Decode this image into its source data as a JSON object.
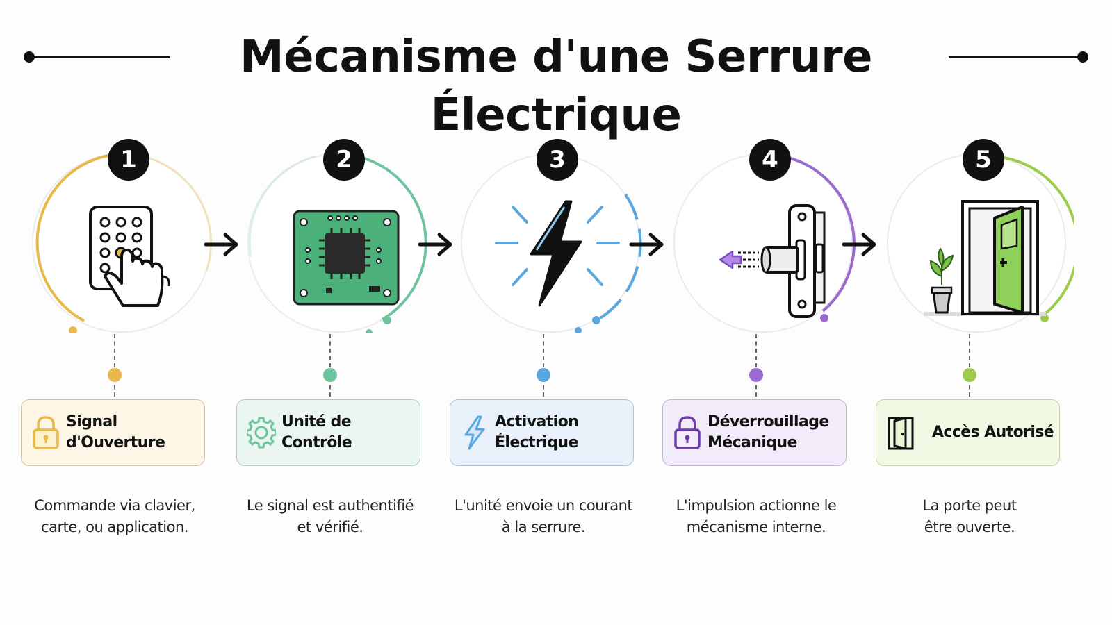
{
  "title": "Mécanisme d'une Serrure Électrique",
  "colors": {
    "step1": "#e8b84a",
    "step2": "#6cc39c",
    "step3": "#5aa7e0",
    "step4": "#9a6ad0",
    "step5": "#9ccc4a"
  },
  "steps": [
    {
      "number": "1",
      "icon": "keypad-hand-icon",
      "card_icon": "padlock-icon",
      "card_title": "Signal d'Ouverture",
      "card_title_line2": "",
      "desc_line1": "Commande via clavier,",
      "desc_line2": "carte, ou application."
    },
    {
      "number": "2",
      "icon": "circuit-board-icon",
      "card_icon": "gear-icon",
      "card_title": "Unité de Contrôle",
      "card_title_line2": "",
      "desc_line1": "Le signal est authentifié",
      "desc_line2": "et vérifié."
    },
    {
      "number": "3",
      "icon": "lightning-bolt-icon",
      "card_icon": "lightning-icon",
      "card_title": "Activation Électrique",
      "card_title_line2": "",
      "desc_line1": "L'unité envoie un courant",
      "desc_line2": "à la serrure."
    },
    {
      "number": "4",
      "icon": "lock-bolt-icon",
      "card_icon": "padlock-icon",
      "card_title": "Déverrouillage",
      "card_title_line2": "Mécanique",
      "desc_line1": "L'impulsion actionne le",
      "desc_line2": "mécanisme interne."
    },
    {
      "number": "5",
      "icon": "open-door-icon",
      "card_icon": "door-icon",
      "card_title": "Accès Autorisé",
      "card_title_line2": "",
      "desc_line1": "La porte peut",
      "desc_line2": "être ouverte."
    }
  ]
}
